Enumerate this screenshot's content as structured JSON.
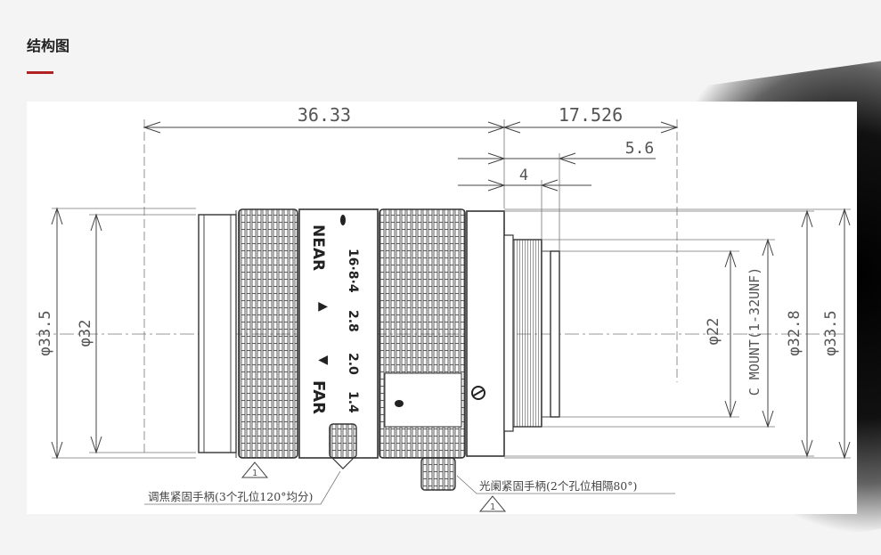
{
  "header": {
    "title": "结构图",
    "accent_color": "#b22222"
  },
  "drawing": {
    "dims": {
      "len_total": "36.33",
      "len_mount": "17.526",
      "len_flange": "5.6",
      "len_thread": "4",
      "dia_left_outer": "φ33.5",
      "dia_left_inner": "φ32",
      "dia_mount": "φ22",
      "mount_thread": "C MOUNT(1-32UNF)",
      "dia_right_1": "φ32.8",
      "dia_right_2": "φ33.5"
    },
    "focus_ring": {
      "near": "NEAR",
      "far": "FAR",
      "up_arrow": "▲",
      "down_arrow": "▼"
    },
    "aperture_scale": [
      "16·8·4",
      "2.8",
      "2.0",
      "1.4"
    ],
    "notes": {
      "focus_lock": "调焦紧固手柄(3个孔位120°均分)",
      "iris_lock": "光阑紧固手柄(2个孔位相隔80°)",
      "warning_mark": "1"
    }
  }
}
